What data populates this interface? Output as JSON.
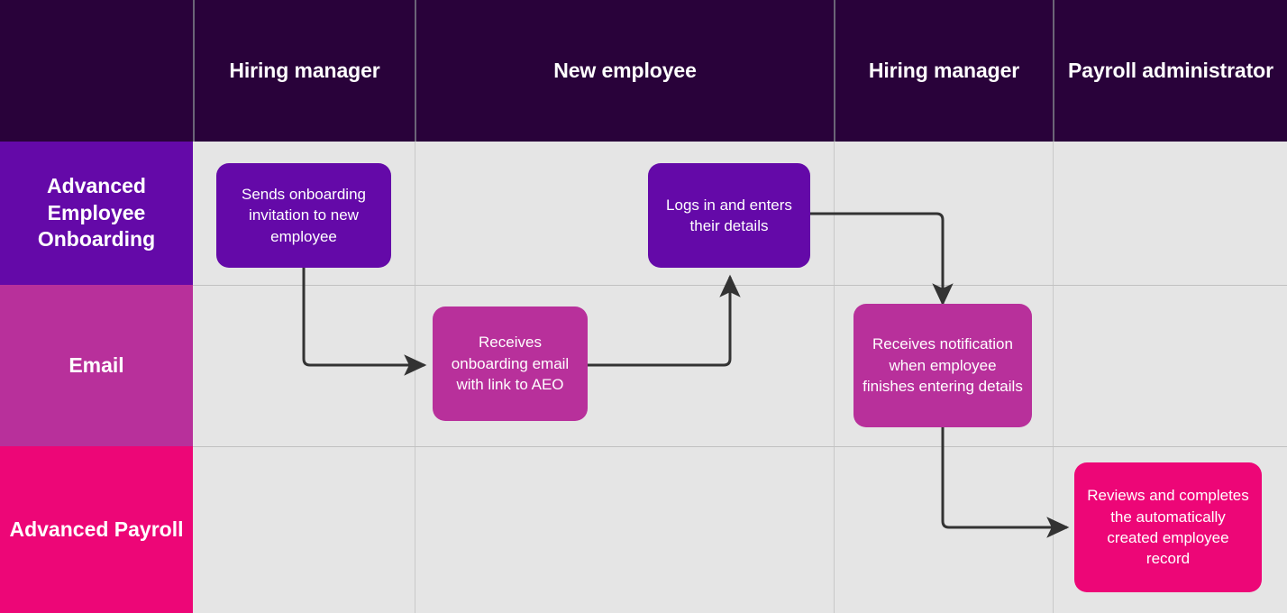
{
  "diagram": {
    "title": "Advanced Employee Onboarding swimlane process",
    "type": "swimlane-flowchart",
    "background_color": "#e5e5e5",
    "header_color": "#29023a",
    "grid_line_color": "#c1c1c1"
  },
  "columns": [
    {
      "label": "",
      "name": "lane-label-column"
    },
    {
      "label": "Hiring manager",
      "name": "column-hiring-manager-1"
    },
    {
      "label": "New employee",
      "name": "column-new-employee"
    },
    {
      "label": "Hiring manager",
      "name": "column-hiring-manager-2"
    },
    {
      "label": "Payroll administrator",
      "name": "column-payroll-administrator"
    }
  ],
  "lanes": [
    {
      "label": "Advanced Employee Onboarding",
      "color": "#6409a8",
      "name": "lane-advanced-employee-onboarding"
    },
    {
      "label": "Email",
      "color": "#b8309b",
      "name": "lane-email"
    },
    {
      "label": "Advanced Payroll",
      "color": "#ed0677",
      "name": "lane-advanced-payroll"
    }
  ],
  "nodes": [
    {
      "id": "sends-onboarding-invitation",
      "text": "Sends onboarding invitation to new employee",
      "color": "#6409a8",
      "lane": "Advanced Employee Onboarding",
      "column": "Hiring manager"
    },
    {
      "id": "logs-in-and-enters-details",
      "text": "Logs in and enters their details",
      "color": "#6409a8",
      "lane": "Advanced Employee Onboarding",
      "column": "New employee"
    },
    {
      "id": "receives-onboarding-email",
      "text": "Receives onboarding email with link to AEO",
      "color": "#b8309b",
      "lane": "Email",
      "column": "New employee"
    },
    {
      "id": "receives-notification",
      "text": "Receives notification when employee finishes entering details",
      "color": "#b8309b",
      "lane": "Email",
      "column": "Hiring manager"
    },
    {
      "id": "reviews-and-completes-record",
      "text": "Reviews and completes the automatically created employee record",
      "color": "#ed0677",
      "lane": "Advanced Payroll",
      "column": "Payroll administrator"
    }
  ],
  "connectors": [
    {
      "from": "sends-onboarding-invitation",
      "to": "receives-onboarding-email",
      "name": "connector-invitation-to-email"
    },
    {
      "from": "receives-onboarding-email",
      "to": "logs-in-and-enters-details",
      "name": "connector-email-to-login"
    },
    {
      "from": "logs-in-and-enters-details",
      "to": "receives-notification",
      "name": "connector-login-to-notification"
    },
    {
      "from": "receives-notification",
      "to": "reviews-and-completes-record",
      "name": "connector-notification-to-review"
    }
  ]
}
